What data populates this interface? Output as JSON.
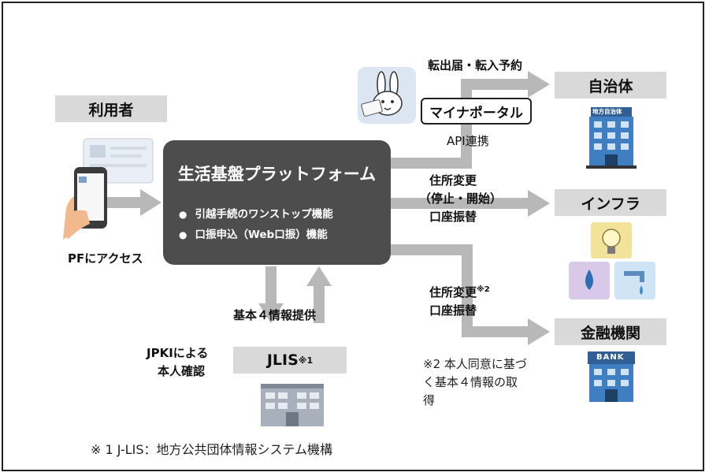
{
  "user": {
    "label": "利用者",
    "caption": "PFにアクセス"
  },
  "platform": {
    "title": "生活基盤プラットフォーム",
    "features": [
      "引越手続のワンストップ機能",
      "口振申込（Web口振）機能"
    ]
  },
  "jlis": {
    "label": "JLIS",
    "sup": "※1",
    "left_caption_line1": "JPKIによる",
    "left_caption_line2": "本人確認",
    "flow_caption": "基本４情報提供"
  },
  "myna": {
    "label": "マイナポータル",
    "caption": "API連携",
    "flow_caption": "転出届・転入予約"
  },
  "targets": {
    "local_gov": {
      "label": "自治体",
      "building_sign": "地方自治体"
    },
    "infra": {
      "label": "インフラ",
      "flow_line1": "住所変更",
      "flow_line2": "（停止・開始）",
      "flow_line3": "口座振替"
    },
    "finance": {
      "label": "金融機関",
      "flow_line1": "住所変更",
      "flow_sup": "※2",
      "flow_line2": "口座振替",
      "bank_sign": "BANK"
    }
  },
  "notes": {
    "note2_line1": "※2 本人同意に基づ",
    "note2_line2": "く基本４情報の取",
    "note2_line3": "得",
    "note1": "※ 1 J-LIS：地方公共団体情報システム機構"
  },
  "colors": {
    "arrow": "#b8b8b8",
    "platform_bg": "#4d4d4d",
    "label_bg": "#d9d9d9",
    "building_blue": "#3f7ec0"
  }
}
